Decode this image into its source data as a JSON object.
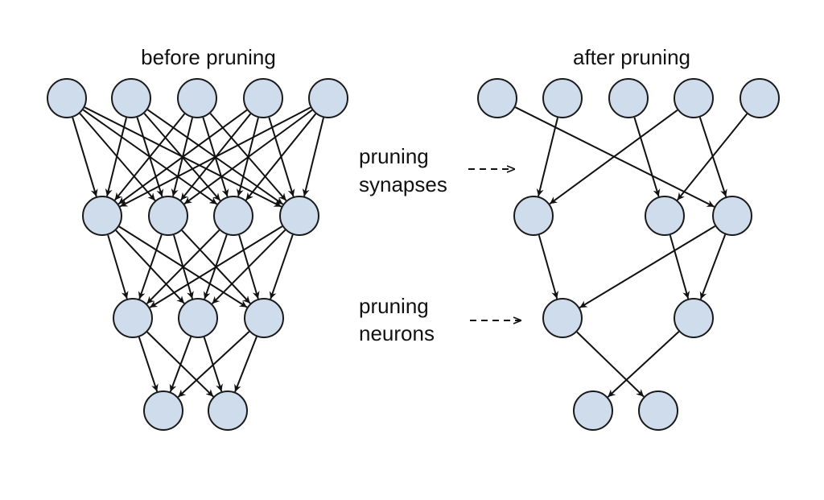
{
  "titles": {
    "before": "before pruning",
    "after": "after pruning"
  },
  "labels": {
    "synapses_line1": "pruning",
    "synapses_line2": "synapses",
    "neurons_line1": "pruning",
    "neurons_line2": "neurons"
  },
  "colors": {
    "node_fill": "#cfdcec",
    "node_stroke": "#1a1a1a",
    "edge": "#111111"
  },
  "networks": {
    "before": {
      "layer_sizes": [
        5,
        4,
        3,
        2
      ],
      "edges": [
        [
          0,
          0,
          1,
          0
        ],
        [
          0,
          0,
          1,
          1
        ],
        [
          0,
          0,
          1,
          2
        ],
        [
          0,
          0,
          1,
          3
        ],
        [
          0,
          1,
          1,
          0
        ],
        [
          0,
          1,
          1,
          1
        ],
        [
          0,
          1,
          1,
          2
        ],
        [
          0,
          1,
          1,
          3
        ],
        [
          0,
          2,
          1,
          0
        ],
        [
          0,
          2,
          1,
          1
        ],
        [
          0,
          2,
          1,
          2
        ],
        [
          0,
          2,
          1,
          3
        ],
        [
          0,
          3,
          1,
          0
        ],
        [
          0,
          3,
          1,
          1
        ],
        [
          0,
          3,
          1,
          2
        ],
        [
          0,
          3,
          1,
          3
        ],
        [
          0,
          4,
          1,
          0
        ],
        [
          0,
          4,
          1,
          1
        ],
        [
          0,
          4,
          1,
          2
        ],
        [
          0,
          4,
          1,
          3
        ],
        [
          1,
          0,
          2,
          0
        ],
        [
          1,
          0,
          2,
          1
        ],
        [
          1,
          0,
          2,
          2
        ],
        [
          1,
          1,
          2,
          0
        ],
        [
          1,
          1,
          2,
          1
        ],
        [
          1,
          1,
          2,
          2
        ],
        [
          1,
          2,
          2,
          0
        ],
        [
          1,
          2,
          2,
          1
        ],
        [
          1,
          2,
          2,
          2
        ],
        [
          1,
          3,
          2,
          0
        ],
        [
          1,
          3,
          2,
          1
        ],
        [
          1,
          3,
          2,
          2
        ],
        [
          2,
          0,
          3,
          0
        ],
        [
          2,
          0,
          3,
          1
        ],
        [
          2,
          1,
          3,
          0
        ],
        [
          2,
          1,
          3,
          1
        ],
        [
          2,
          2,
          3,
          0
        ],
        [
          2,
          2,
          3,
          1
        ]
      ]
    },
    "after": {
      "layer_sizes": [
        5,
        3,
        2,
        2
      ],
      "edges": [
        [
          0,
          0,
          1,
          2
        ],
        [
          0,
          1,
          1,
          0
        ],
        [
          0,
          2,
          1,
          1
        ],
        [
          0,
          3,
          1,
          0
        ],
        [
          0,
          3,
          1,
          2
        ],
        [
          0,
          4,
          1,
          1
        ],
        [
          1,
          0,
          2,
          0
        ],
        [
          1,
          1,
          2,
          1
        ],
        [
          1,
          2,
          2,
          0
        ],
        [
          1,
          2,
          2,
          1
        ],
        [
          2,
          0,
          3,
          1
        ],
        [
          2,
          1,
          3,
          0
        ]
      ]
    }
  }
}
